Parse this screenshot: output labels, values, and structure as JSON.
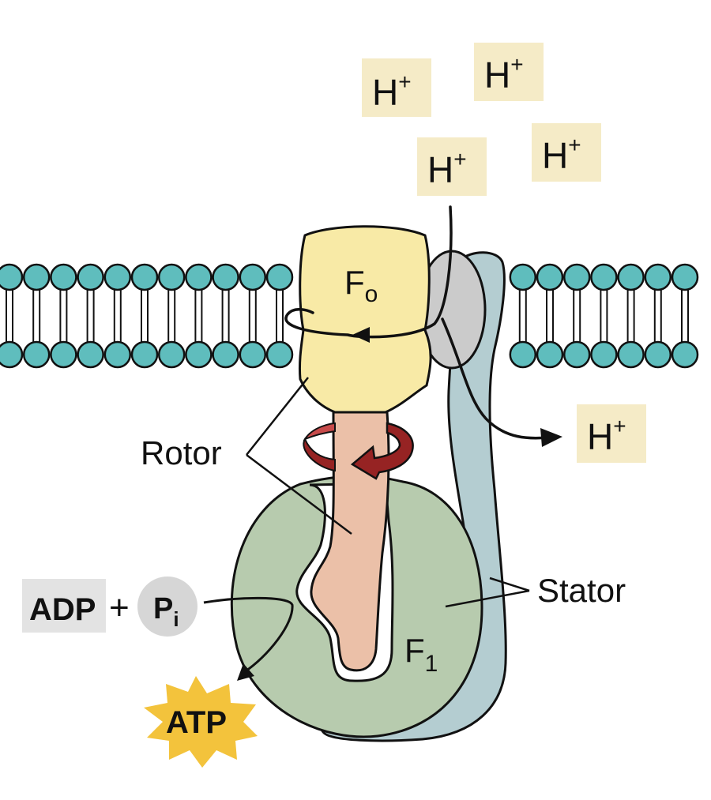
{
  "protons": {
    "symbol": "H",
    "charge": "+"
  },
  "labels": {
    "fo_main": "F",
    "fo_sub": "o",
    "f1_main": "F",
    "f1_sub": "1",
    "rotor": "Rotor",
    "stator": "Stator",
    "adp": "ADP",
    "plus": "+",
    "pi_main": "P",
    "pi_sub": "i",
    "atp": "ATP"
  },
  "colors": {
    "lipid_head": "#5fbdbd",
    "fo": "#f8eaa6",
    "rotor": "#ebc0a8",
    "f1": "#b7cbae",
    "stator": "#b4cdd1",
    "gray_subunit": "#cbcbcb",
    "proton_box": "#f5ebc7",
    "rotation_arrow": "#962323",
    "atp_burst": "#f3c33c",
    "adp_box": "#e3e3e3",
    "pi_circle": "#d6d6d6"
  }
}
